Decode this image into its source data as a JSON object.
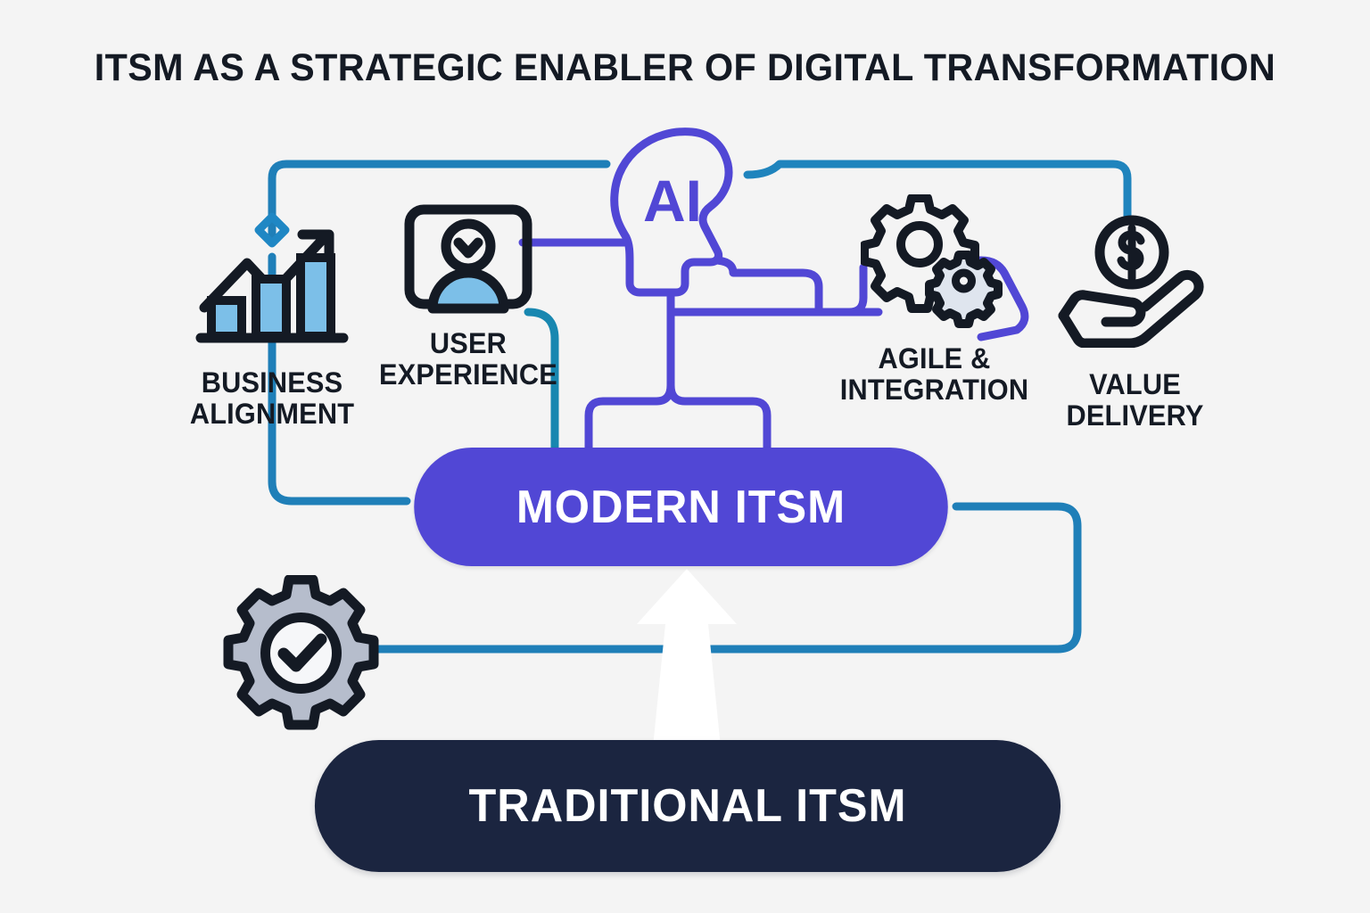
{
  "page": {
    "title": "ITSM AS A STRATEGIC ENABLER OF DIGITAL TRANSFORMATION",
    "background_color": "#f4f4f4"
  },
  "colors": {
    "accent_purple": "#5147d5",
    "accent_blue": "#1f7fb8",
    "accent_teal": "#1887b0",
    "dark_navy": "#1b2540",
    "ink": "#141a24",
    "light_blue_fill": "#7cbfe8",
    "gray_fill": "#b6bdcc",
    "white": "#ffffff"
  },
  "nodes": {
    "modern": {
      "label": "MODERN ITSM",
      "fill": "#5147d5",
      "text_color": "#ffffff"
    },
    "traditional": {
      "label": "TRADITIONAL ITSM",
      "fill": "#1b2540",
      "text_color": "#ffffff"
    }
  },
  "capabilities": [
    {
      "id": "business-alignment",
      "label": "BUSINESS\nALIGNMENT",
      "icon": "growth-chart-icon",
      "connector_color": "#1f7fb8"
    },
    {
      "id": "user-experience",
      "label": "USER\nEXPERIENCE",
      "icon": "user-satisfaction-icon",
      "connector_color": "#5147d5"
    },
    {
      "id": "ai",
      "label": "AI",
      "icon": "ai-head-icon",
      "connector_color": "#5147d5"
    },
    {
      "id": "agile-integration",
      "label": "AGILE &\nINTEGRATION",
      "icon": "dual-gears-icon",
      "connector_color": "#5147d5"
    },
    {
      "id": "value-delivery",
      "label": "VALUE\nDELIVERY",
      "icon": "hand-coin-icon",
      "connector_color": "#1f7fb8"
    },
    {
      "id": "legacy-process",
      "label": "",
      "icon": "gear-check-icon",
      "connector_color": "#1f7fb8"
    }
  ],
  "transition": {
    "icon": "up-arrow-icon",
    "from": "TRADITIONAL ITSM",
    "to": "MODERN ITSM"
  }
}
